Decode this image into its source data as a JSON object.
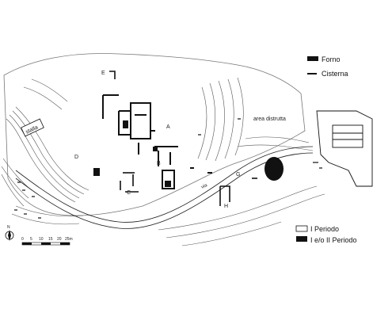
{
  "legend_top": [
    {
      "label": "Forno",
      "symbol": "filled-rect"
    },
    {
      "label": "Cisterna",
      "symbol": "dash"
    }
  ],
  "legend_bottom": [
    {
      "label": "I Periodo",
      "symbol": "outline-rect"
    },
    {
      "label": "I e/o II Periodo",
      "symbol": "filled-rect"
    }
  ],
  "area_labels": {
    "a": "A",
    "b": "B",
    "c": "C",
    "d": "D",
    "e": "E",
    "g": "G",
    "h": "H",
    "stalla": "stalla",
    "area_distrutta": "area distrutta",
    "road": "via"
  },
  "scale": {
    "ticks": [
      "0",
      "5",
      "10",
      "15",
      "20",
      "25m"
    ]
  },
  "north_label": "N",
  "colors": {
    "ink": "#111111",
    "contour": "#555555",
    "background": "#ffffff"
  }
}
